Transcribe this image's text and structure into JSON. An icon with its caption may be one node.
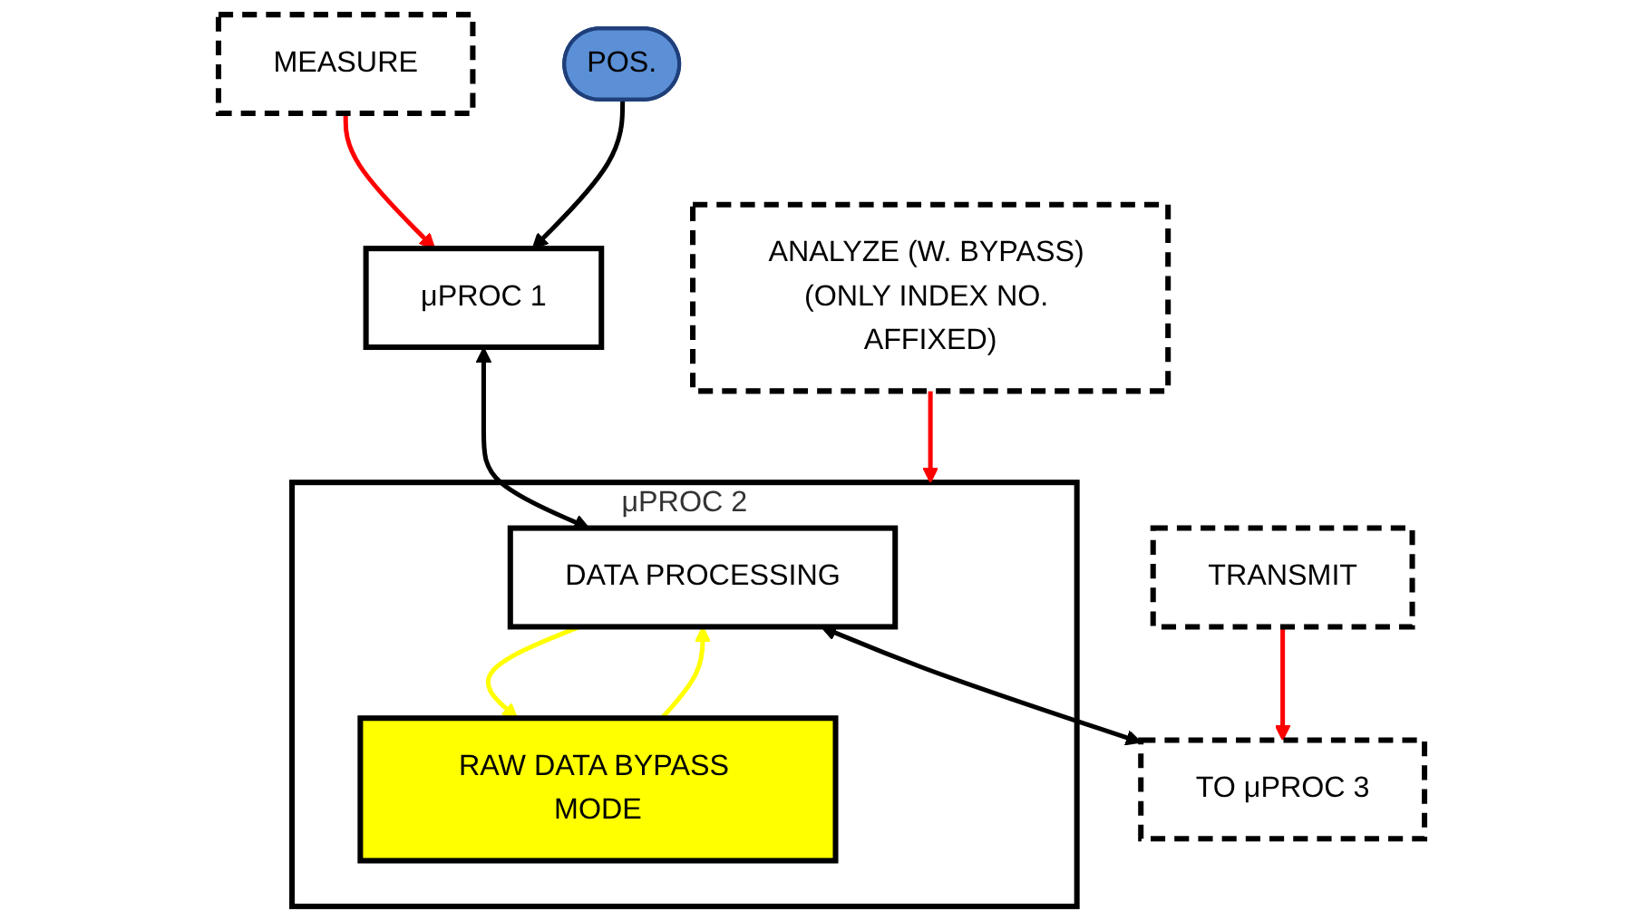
{
  "diagram": {
    "nodes": [
      {
        "text": [
          "MEASURE"
        ]
      },
      {
        "text": [
          "ANALYZE (W. BYPASS) (ONLY INDEX NO. AFFIXED)"
        ]
      },
      {
        "text": [
          "TRANSMIT"
        ]
      },
      {
        "text": [
          "μPROC 2"
        ]
      },
      {
        "text": [
          "DATA PROCESSING"
        ],
        "in": 3
      },
      {
        "text": [
          "RAW DATA BYPASS MODE"
        ],
        "in": 3
      },
      {
        "text": [
          "μPROC 1"
        ]
      },
      {
        "text": [
          "TO μPROC 3"
        ]
      },
      {
        "text": [
          "POS."
        ]
      }
    ],
    "edges": [
      {
        "from": 0,
        "to": 6,
        "arrow": "to",
        "color": "#ff0000"
      },
      {
        "from": 1,
        "to": 3,
        "arrow": "to",
        "color": "#ff0000"
      },
      {
        "from": 2,
        "to": 7,
        "arrow": "to",
        "color": "#ff0000"
      },
      {
        "from": 6,
        "to": 4,
        "arrow": "both",
        "color": "#000000"
      },
      {
        "from": 4,
        "to": 7,
        "arrow": "both",
        "color": "#000000"
      },
      {
        "from": 4,
        "to": 5,
        "arrow": "to",
        "color": "#ffff00"
      },
      {
        "from": 5,
        "to": 4,
        "arrow": "to",
        "color": "#ffff00"
      },
      {
        "from": 8,
        "to": 6,
        "arrow": "to",
        "color": "#000000"
      }
    ]
  }
}
